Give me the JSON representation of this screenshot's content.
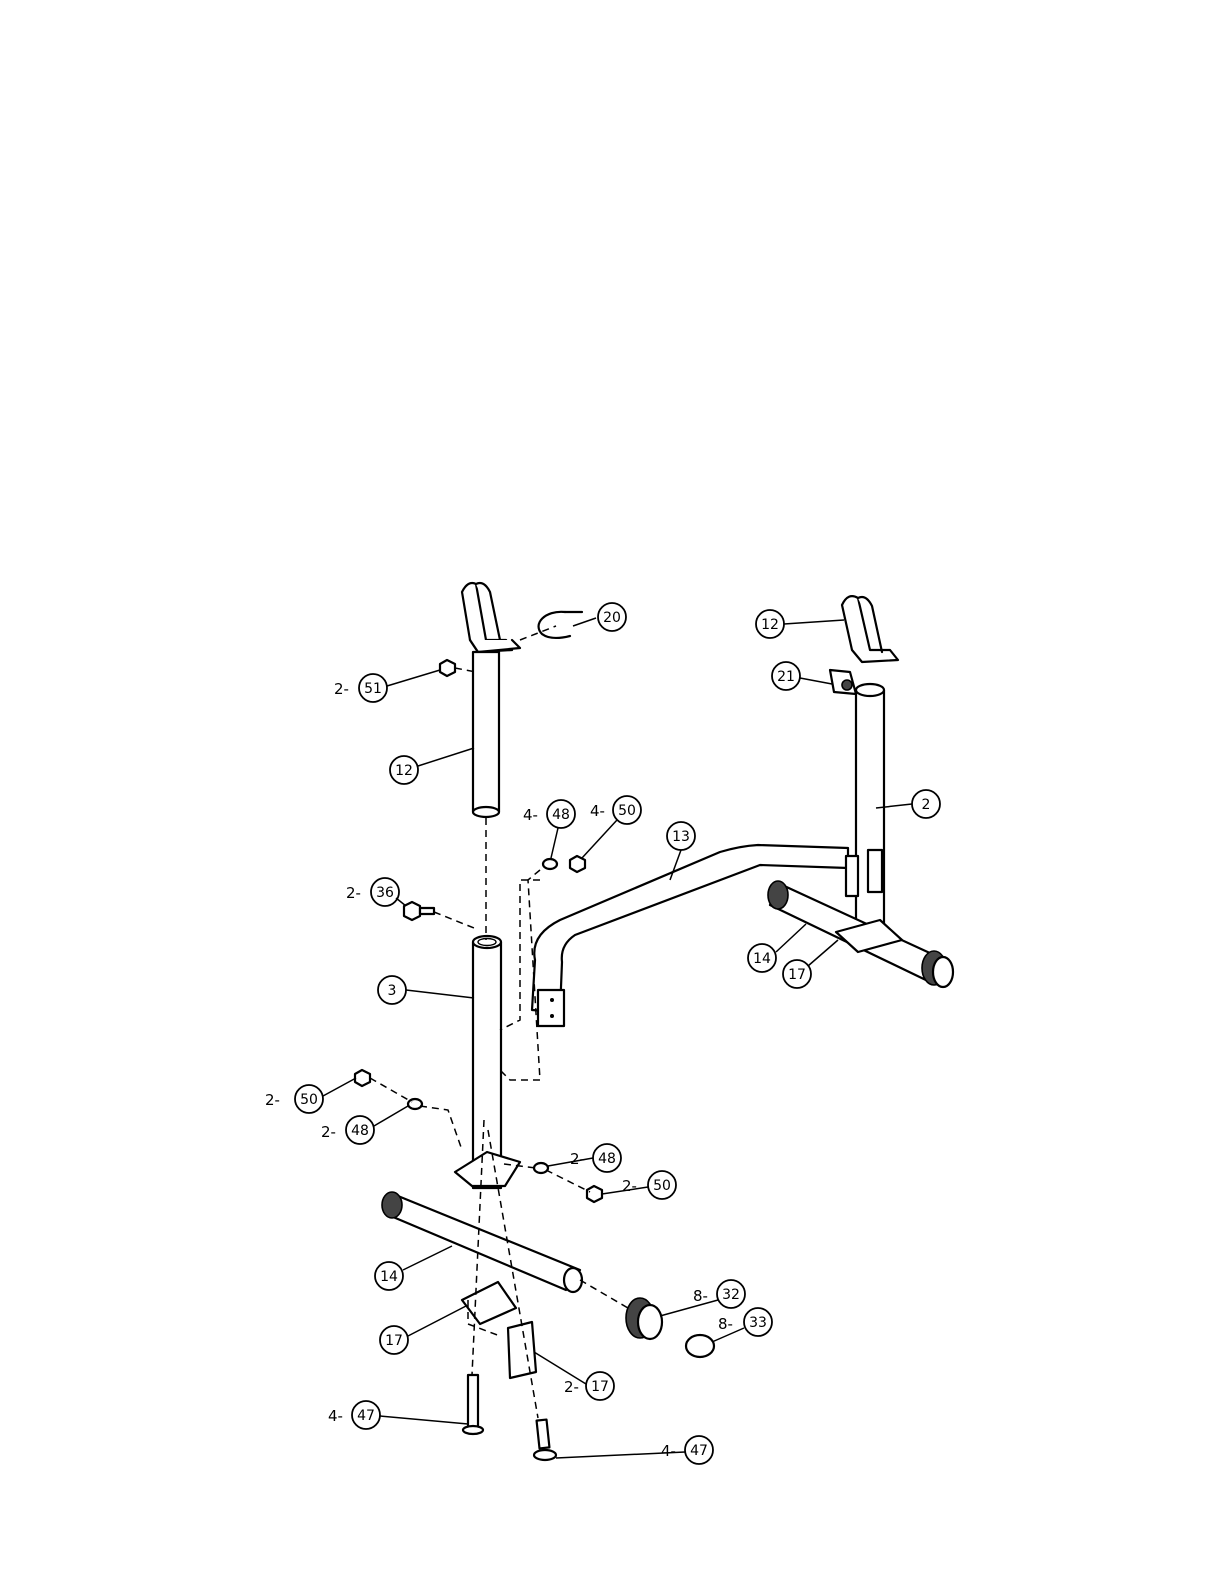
{
  "callouts": [
    {
      "id": "c1",
      "qty": "",
      "num": "20"
    },
    {
      "id": "c2",
      "qty": "2-",
      "num": "51"
    },
    {
      "id": "c3",
      "qty": "",
      "num": "12"
    },
    {
      "id": "c4",
      "qty": "",
      "num": "12"
    },
    {
      "id": "c5",
      "qty": "",
      "num": "21"
    },
    {
      "id": "c6",
      "qty": "",
      "num": "2"
    },
    {
      "id": "c7",
      "qty": "4-",
      "num": "48"
    },
    {
      "id": "c8",
      "qty": "4-",
      "num": "50"
    },
    {
      "id": "c9",
      "qty": "",
      "num": "13"
    },
    {
      "id": "c10",
      "qty": "2-",
      "num": "36"
    },
    {
      "id": "c11",
      "qty": "",
      "num": "14"
    },
    {
      "id": "c12",
      "qty": "",
      "num": "17"
    },
    {
      "id": "c13",
      "qty": "",
      "num": "3"
    },
    {
      "id": "c14",
      "qty": "2-",
      "num": "50"
    },
    {
      "id": "c15",
      "qty": "2-",
      "num": "48"
    },
    {
      "id": "c16",
      "qty": "2-",
      "num": "48"
    },
    {
      "id": "c17",
      "qty": "2-",
      "num": "50"
    },
    {
      "id": "c18",
      "qty": "",
      "num": "14"
    },
    {
      "id": "c19",
      "qty": "8-",
      "num": "32"
    },
    {
      "id": "c20",
      "qty": "8-",
      "num": "33"
    },
    {
      "id": "c21",
      "qty": "",
      "num": "17"
    },
    {
      "id": "c22",
      "qty": "2-",
      "num": "17"
    },
    {
      "id": "c23",
      "qty": "4-",
      "num": "47"
    },
    {
      "id": "c24",
      "qty": "4-",
      "num": "47"
    }
  ]
}
